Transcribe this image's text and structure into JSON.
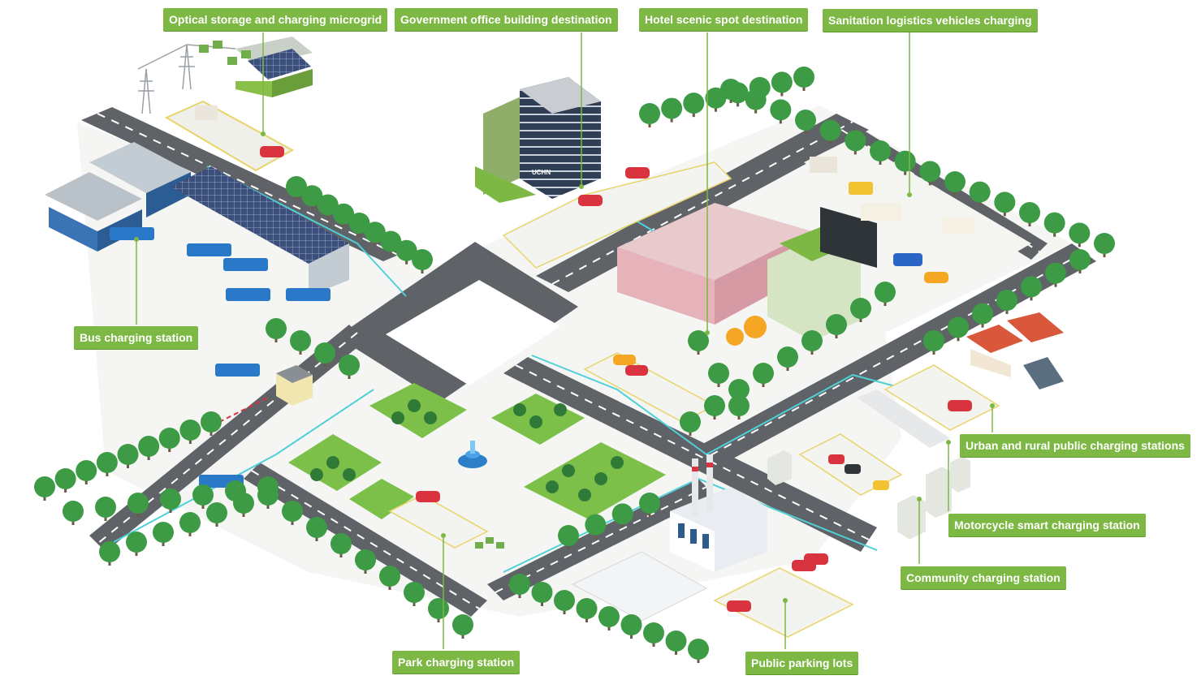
{
  "colors": {
    "label_bg": "#7cb843",
    "leader_line": "#7cb843",
    "road": "#5f6368",
    "road_marking": "#ffffff",
    "cyan_cable": "#4fd0d8",
    "tree_canopy": "#3e9b45",
    "tree_shadow": "#2f7a37",
    "grass": "#7cc04a",
    "bus": "#2a78c8"
  },
  "labels": {
    "optical_storage": "Optical storage and charging microgrid",
    "government_office": "Government office building destination",
    "hotel_scenic": "Hotel scenic spot destination",
    "sanitation_logistics": "Sanitation logistics vehicles charging",
    "bus_station": "Bus  charging station",
    "urban_rural": "Urban and rural public charging stations",
    "motorcycle": "Motorcycle smart charging station",
    "community": "Community charging station",
    "park": "Park charging station",
    "public_parking": "Public parking lots"
  },
  "signage": {
    "building_brand": "UCHN"
  }
}
